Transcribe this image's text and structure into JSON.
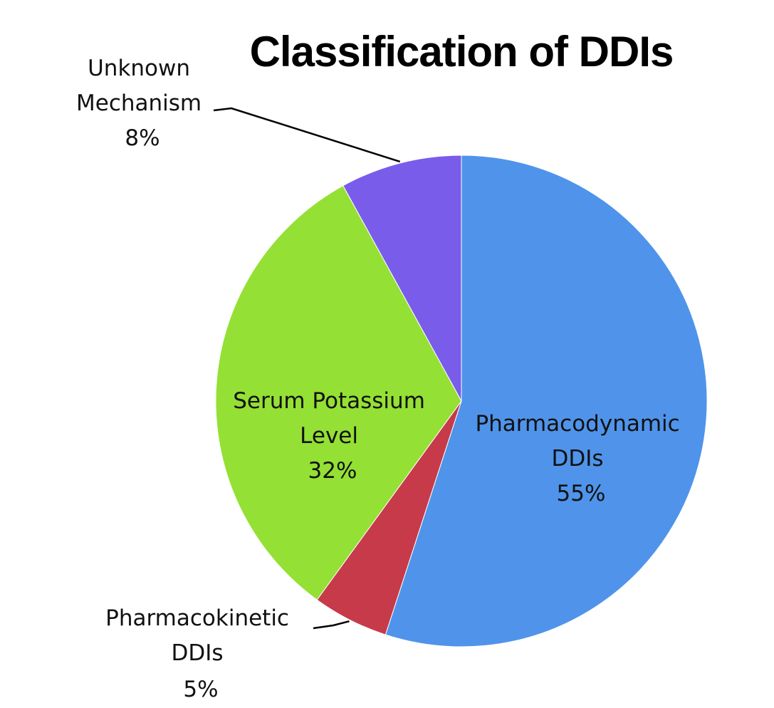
{
  "chart_data": {
    "type": "pie",
    "title": "Classification of DDIs",
    "start_angle_deg": -90,
    "direction": "clockwise",
    "slices": [
      {
        "key": "pd",
        "label_lines": [
          "Pharmacodynamic",
          "DDIs"
        ],
        "pct_label": "55%",
        "value": 55,
        "color": "#4f94ea"
      },
      {
        "key": "pk",
        "label_lines": [
          "Pharmacokinetic",
          "DDIs"
        ],
        "pct_label": "5%",
        "value": 5,
        "color": "#c73a4a"
      },
      {
        "key": "spl",
        "label_lines": [
          "Serum Potassium",
          "Level"
        ],
        "pct_label": "32%",
        "value": 32,
        "color": "#94e034"
      },
      {
        "key": "um",
        "label_lines": [
          "Unknown",
          "Mechanism"
        ],
        "pct_label": "8%",
        "value": 8,
        "color": "#7a5cea"
      }
    ]
  }
}
